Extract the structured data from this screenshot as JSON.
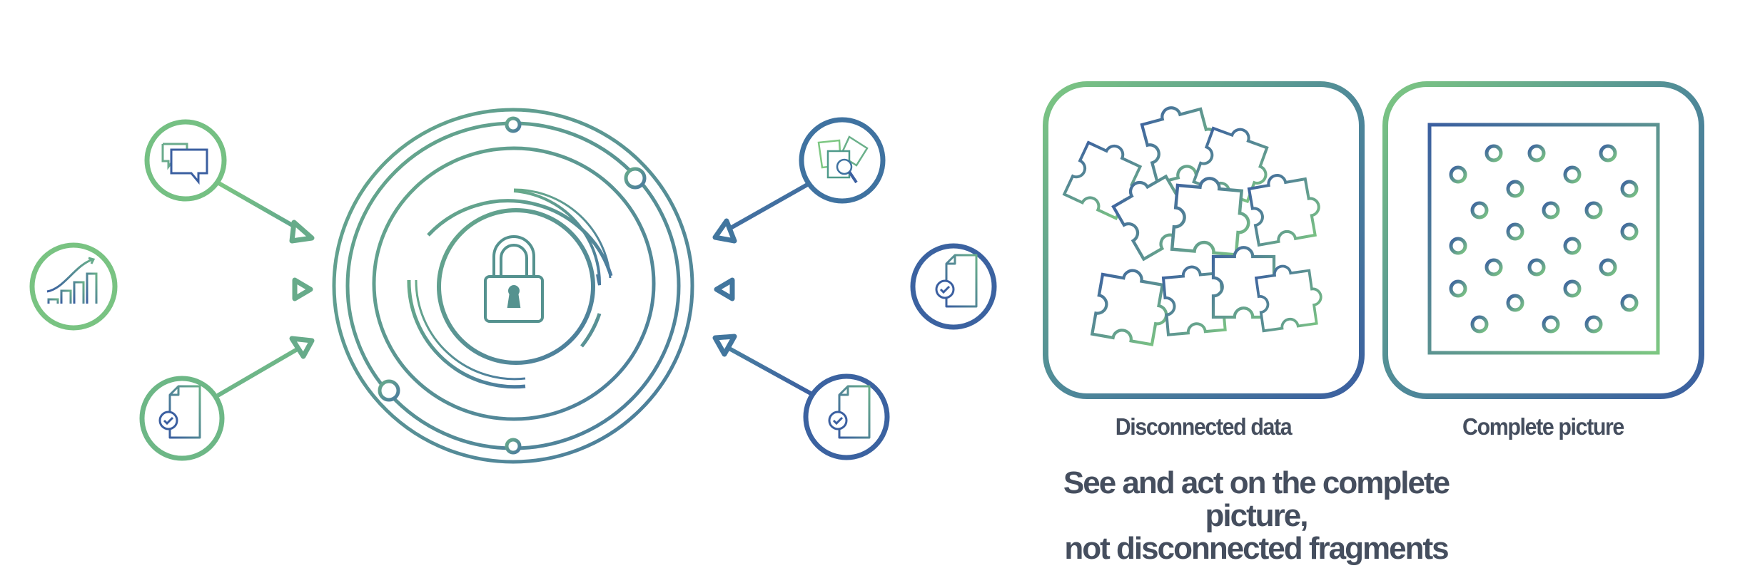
{
  "colors": {
    "green": "#7dc782",
    "teal": "#5a9a92",
    "blue": "#3b5fa0",
    "text": "#454e5e"
  },
  "left_sources": [
    {
      "icon": "chat-bubbles-icon"
    },
    {
      "icon": "growth-chart-icon"
    },
    {
      "icon": "approved-document-icon"
    }
  ],
  "right_sources": [
    {
      "icon": "document-search-icon"
    },
    {
      "icon": "approved-document-icon"
    },
    {
      "icon": "approved-document-icon"
    }
  ],
  "center": {
    "icon": "padlock-icon"
  },
  "panels": [
    {
      "label": "Disconnected data",
      "icon": "scattered-puzzle-icon"
    },
    {
      "label": "Complete picture",
      "icon": "assembled-puzzle-icon"
    }
  ],
  "headline": {
    "line1": "See and act on the complete picture,",
    "line2": "not disconnected fragments"
  }
}
